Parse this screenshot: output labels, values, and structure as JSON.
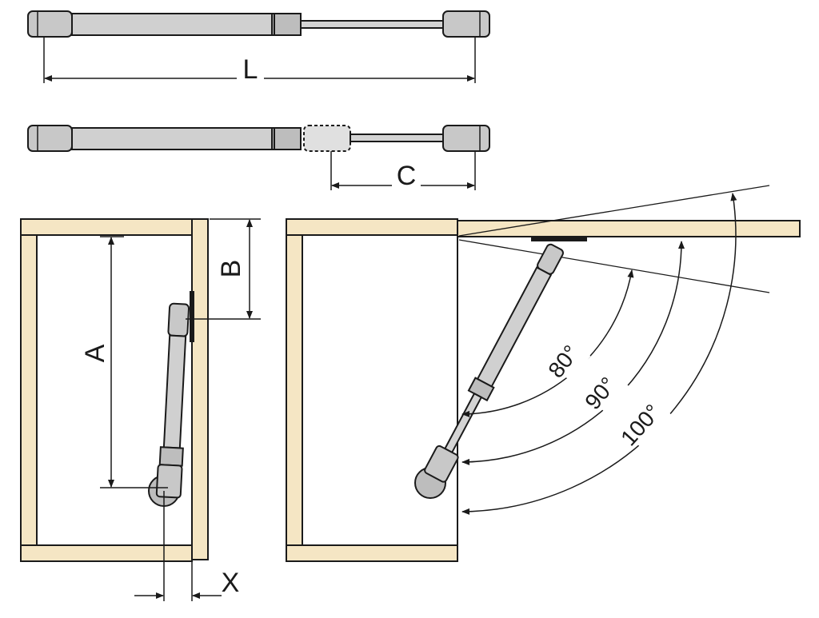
{
  "labels": {
    "length": "L",
    "stroke": "C",
    "mount_a": "A",
    "mount_b": "B",
    "offset_x": "X"
  },
  "angles": {
    "a80": "80°",
    "a90": "90°",
    "a100": "100°"
  },
  "colors": {
    "wood_edge": "#f5e6c4",
    "panel_outline": "#1a1a1a",
    "strut_body": "#c8c8c8",
    "strut_dark": "#8c8c8c",
    "line": "#1a1a1a",
    "background": "#ffffff"
  }
}
